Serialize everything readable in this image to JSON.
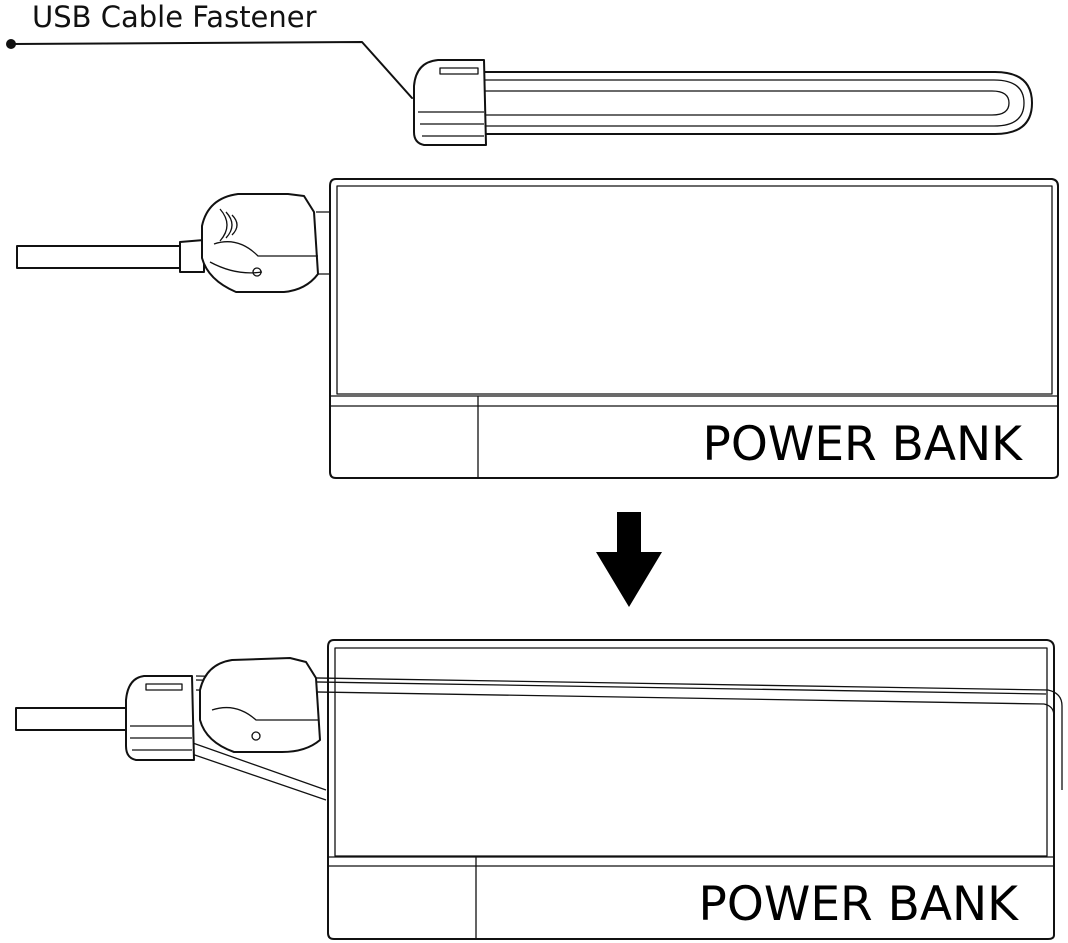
{
  "callout": {
    "label": "USB Cable Fastener"
  },
  "top_device": {
    "label": "POWER BANK"
  },
  "bottom_device": {
    "label": "POWER BANK"
  },
  "arrow": {
    "direction": "down"
  },
  "colors": {
    "line": "#111111",
    "background": "#ffffff"
  }
}
